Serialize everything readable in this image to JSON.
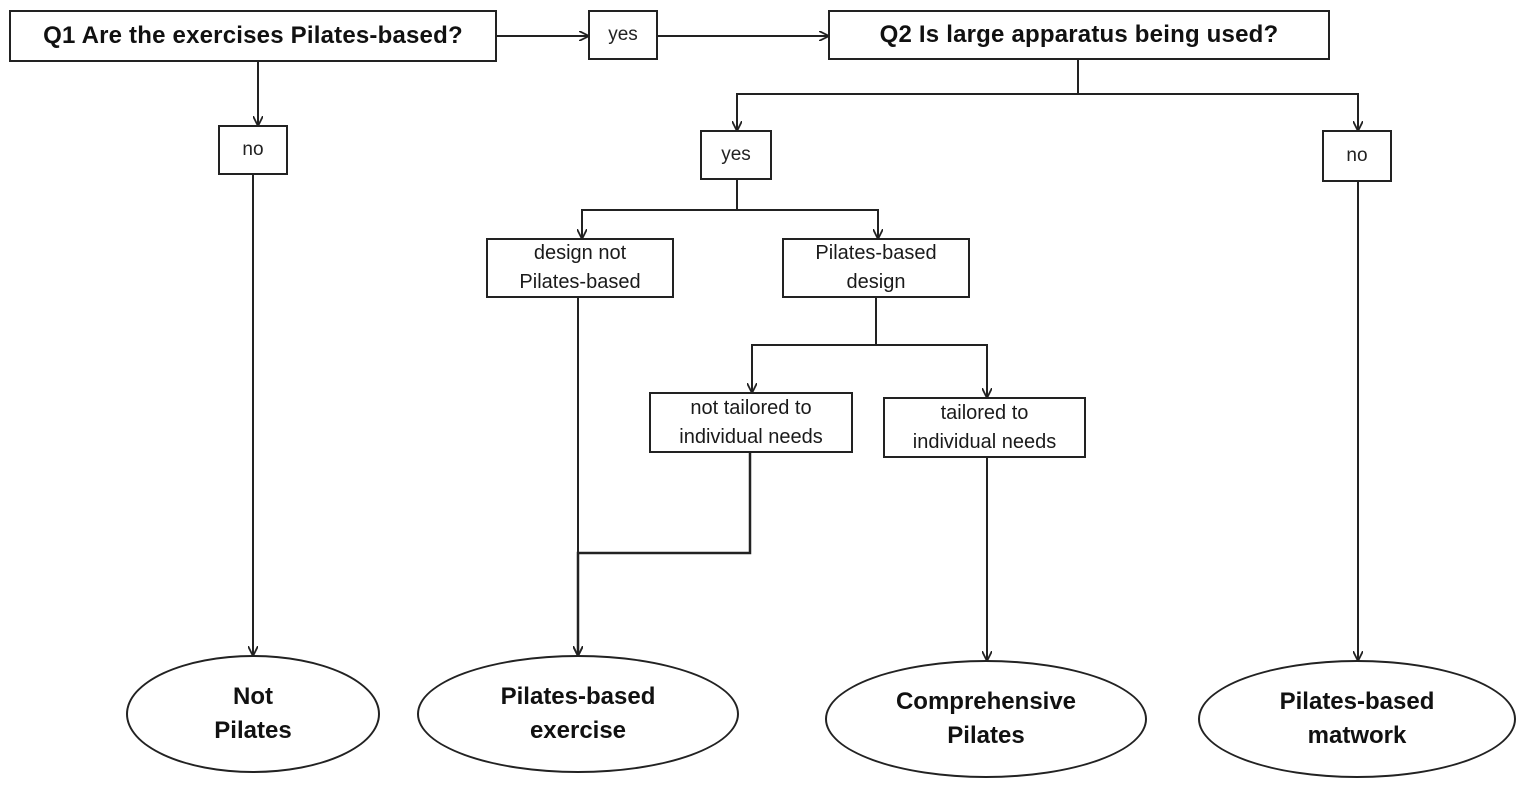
{
  "questions": {
    "q1": "Q1 Are the exercises Pilates-based?",
    "q2": "Q2 Is large apparatus being used?"
  },
  "answers": {
    "q1_yes": "yes",
    "q1_no": "no",
    "q2_yes": "yes",
    "q2_no": "no"
  },
  "criteria": {
    "design_not_pilates": "design not\nPilates-based",
    "pilates_design": "Pilates-based\ndesign",
    "not_tailored": "not tailored to\nindividual needs",
    "tailored": "tailored to\nindividual needs"
  },
  "outcomes": {
    "not_pilates": "Not\nPilates",
    "pilates_based_exercise": "Pilates-based\nexercise",
    "comprehensive_pilates": "Comprehensive\nPilates",
    "pilates_based_matwork": "Pilates-based\nmatwork"
  },
  "colors": {
    "line": "#222222",
    "border": "#222222",
    "background": "#ffffff"
  }
}
